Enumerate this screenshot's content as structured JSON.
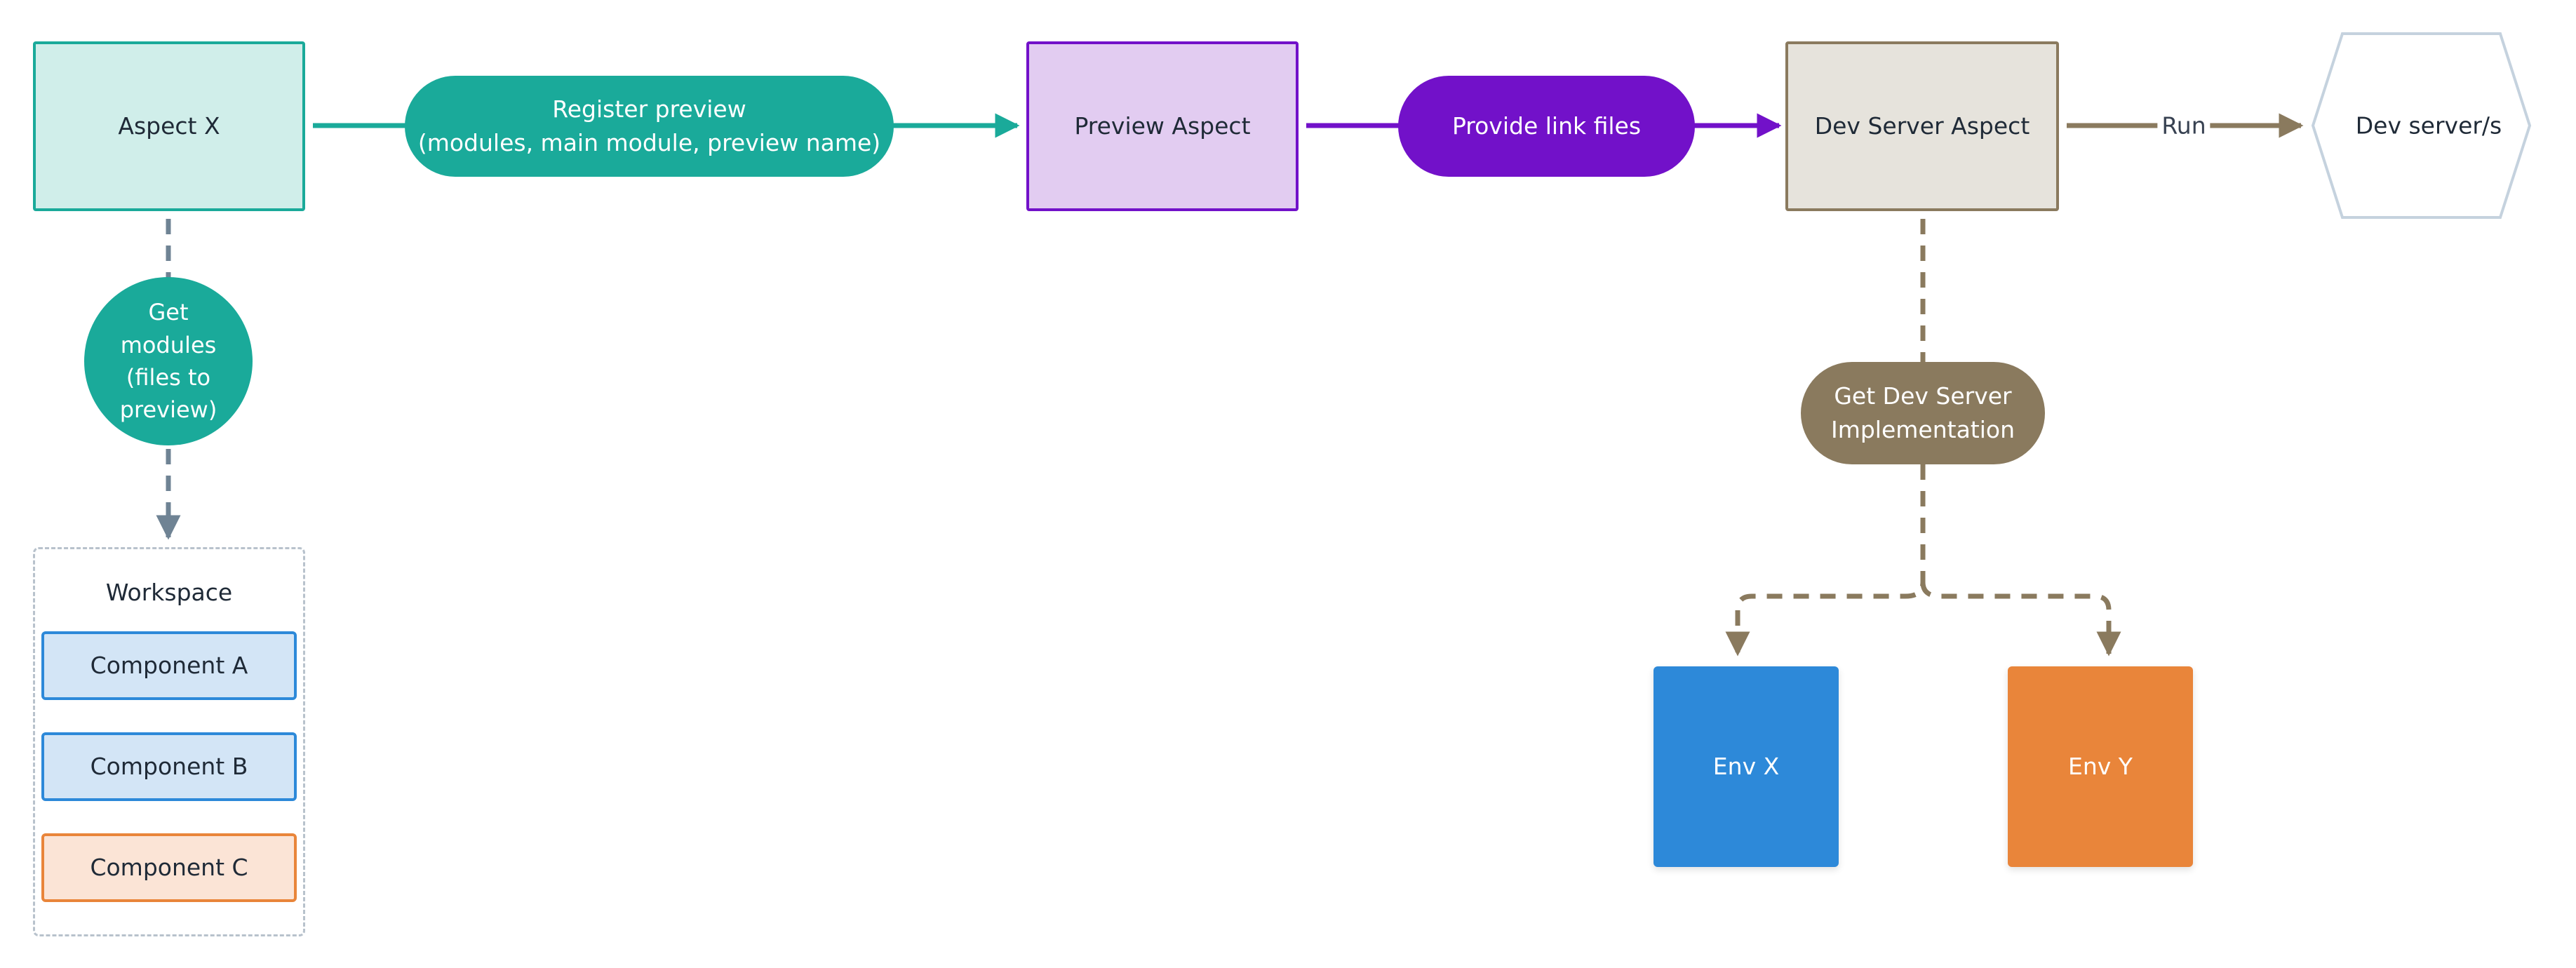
{
  "diagram": {
    "nodes": {
      "aspect_x": "Aspect X",
      "register_preview": "Register preview\n(modules, main module, preview name)",
      "preview_aspect": "Preview Aspect",
      "provide_link_files": "Provide link files",
      "dev_server_aspect": "Dev Server Aspect",
      "dev_servers": "Dev server/s",
      "get_modules": "Get\nmodules\n(files to\npreview)",
      "get_dev_server_impl": "Get Dev Server\nImplementation",
      "env_x": "Env X",
      "env_y": "Env Y"
    },
    "edge_labels": {
      "run": "Run"
    },
    "workspace": {
      "title": "Workspace",
      "components": [
        "Component A",
        "Component B",
        "Component C"
      ]
    },
    "colors": {
      "teal": "#1aaa9a",
      "teal_light": "#d0eeea",
      "purple": "#7211c9",
      "purple_light": "#e2ccf1",
      "brown": "#8a7a5e",
      "beige": "#e6e3dc",
      "blue": "#2d89d9",
      "blue_light": "#d3e5f6",
      "orange": "#e9853a",
      "orange_light": "#fbe4d6",
      "hex_border": "#c5d2de",
      "slate": "#6f8394"
    }
  }
}
